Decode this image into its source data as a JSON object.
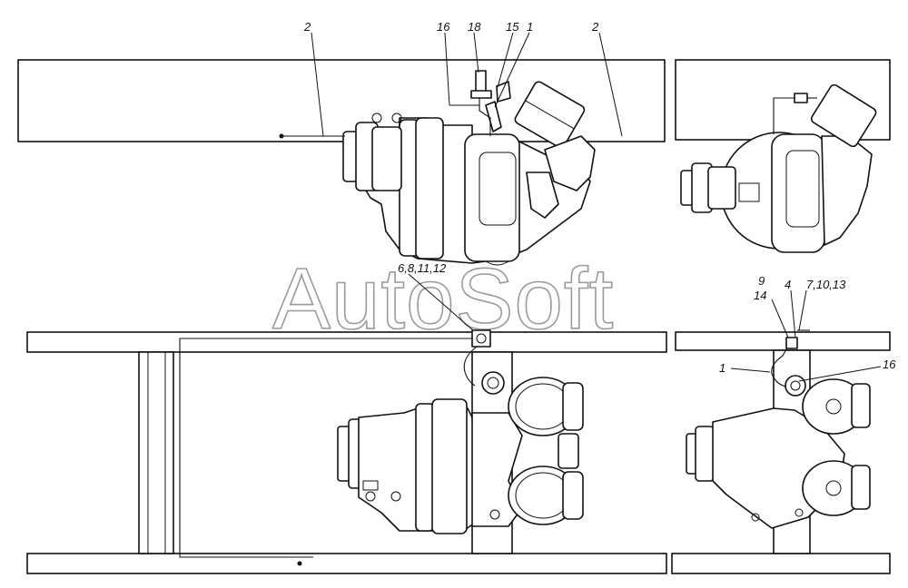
{
  "watermark": "AutoSoft",
  "callouts": {
    "top_left_frame": "2",
    "top_16": "16",
    "top_18": "18",
    "top_15": "15",
    "top_1": "1",
    "top_right_frame": "2",
    "mid_group": "6,8,11,12",
    "right_9": "9",
    "right_14": "14",
    "right_4": "4",
    "right_7_10_13": "7,10,13",
    "right_1": "1",
    "right_16": "16"
  }
}
